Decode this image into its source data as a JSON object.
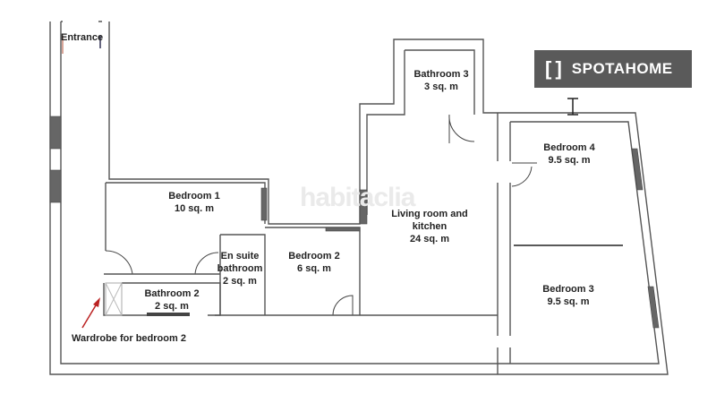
{
  "brand": {
    "logo_mark": "[ ]",
    "logo_text": "SPOTAHOME",
    "logo_bg": "#5a5a5a",
    "watermark": "habitaclia"
  },
  "labels": {
    "entrance": "Entrance",
    "wardrobe_note": "Wardrobe for bedroom 2"
  },
  "rooms": [
    {
      "name": "Bathroom 3",
      "area": "3 sq. m"
    },
    {
      "name": "Bedroom 4",
      "area": "9.5 sq. m"
    },
    {
      "name": "Bedroom 1",
      "area": "10 sq. m"
    },
    {
      "name": "Living room and",
      "name2": "kitchen",
      "area": "24 sq. m"
    },
    {
      "name": "En suite",
      "name2": "bathroom",
      "area": "2 sq. m"
    },
    {
      "name": "Bedroom 2",
      "area": "6 sq. m"
    },
    {
      "name": "Bathroom 2",
      "area": "2 sq. m"
    },
    {
      "name": "Bedroom 3",
      "area": "9.5 sq. m"
    }
  ]
}
